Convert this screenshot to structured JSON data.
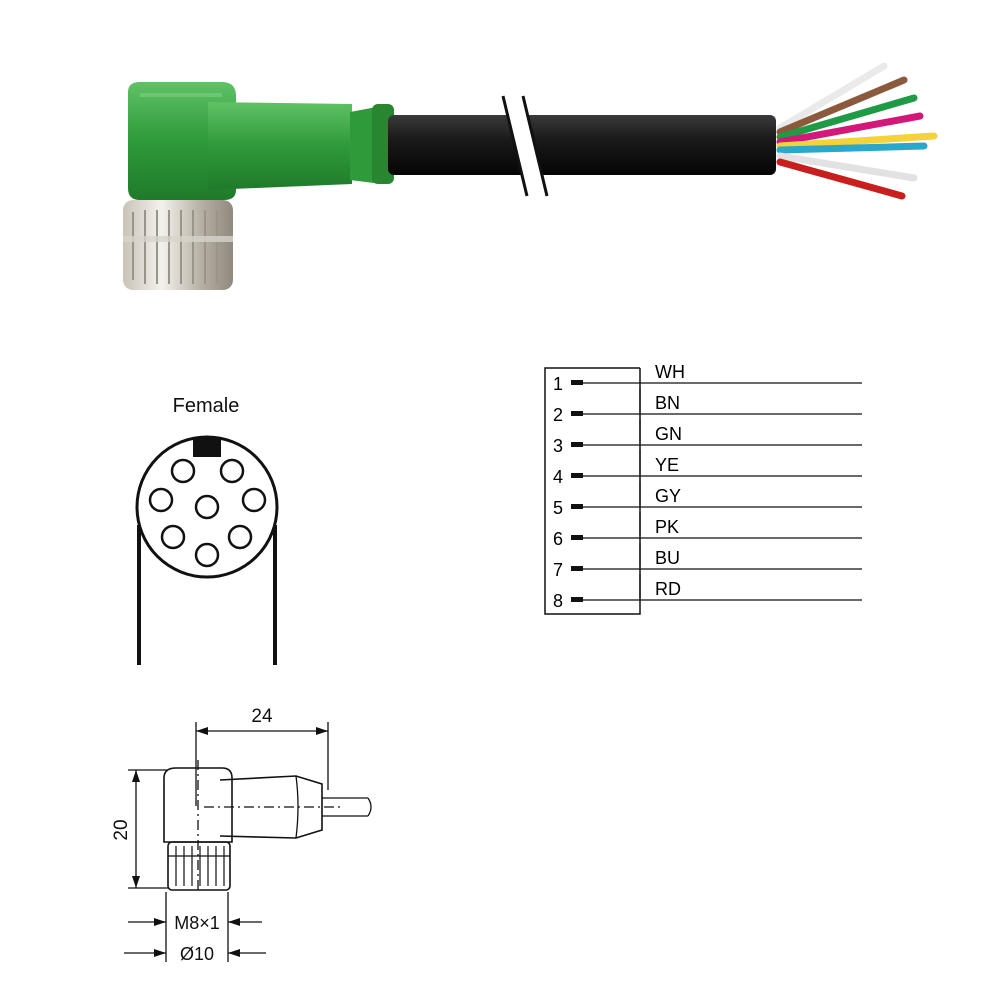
{
  "pinout": {
    "face_label": "Female",
    "pin_numbers": [
      "1",
      "2",
      "3",
      "4",
      "5",
      "6",
      "7",
      "8"
    ],
    "wire_codes": [
      "WH",
      "BN",
      "GN",
      "YE",
      "GY",
      "PK",
      "BU",
      "RD"
    ]
  },
  "dimensions": {
    "length": "24",
    "height": "20",
    "thread": "M8×1",
    "diameter": "Ø10"
  },
  "colors": {
    "connector_green": "#2f9a3a",
    "cable_black": "#1a1a1a",
    "wires": [
      "#f2f2f2",
      "#8b5a3c",
      "#1f9a45",
      "#d4187a",
      "#f4d23a",
      "#2aa7c9",
      "#c81e1e",
      "#e8e8e8"
    ]
  }
}
